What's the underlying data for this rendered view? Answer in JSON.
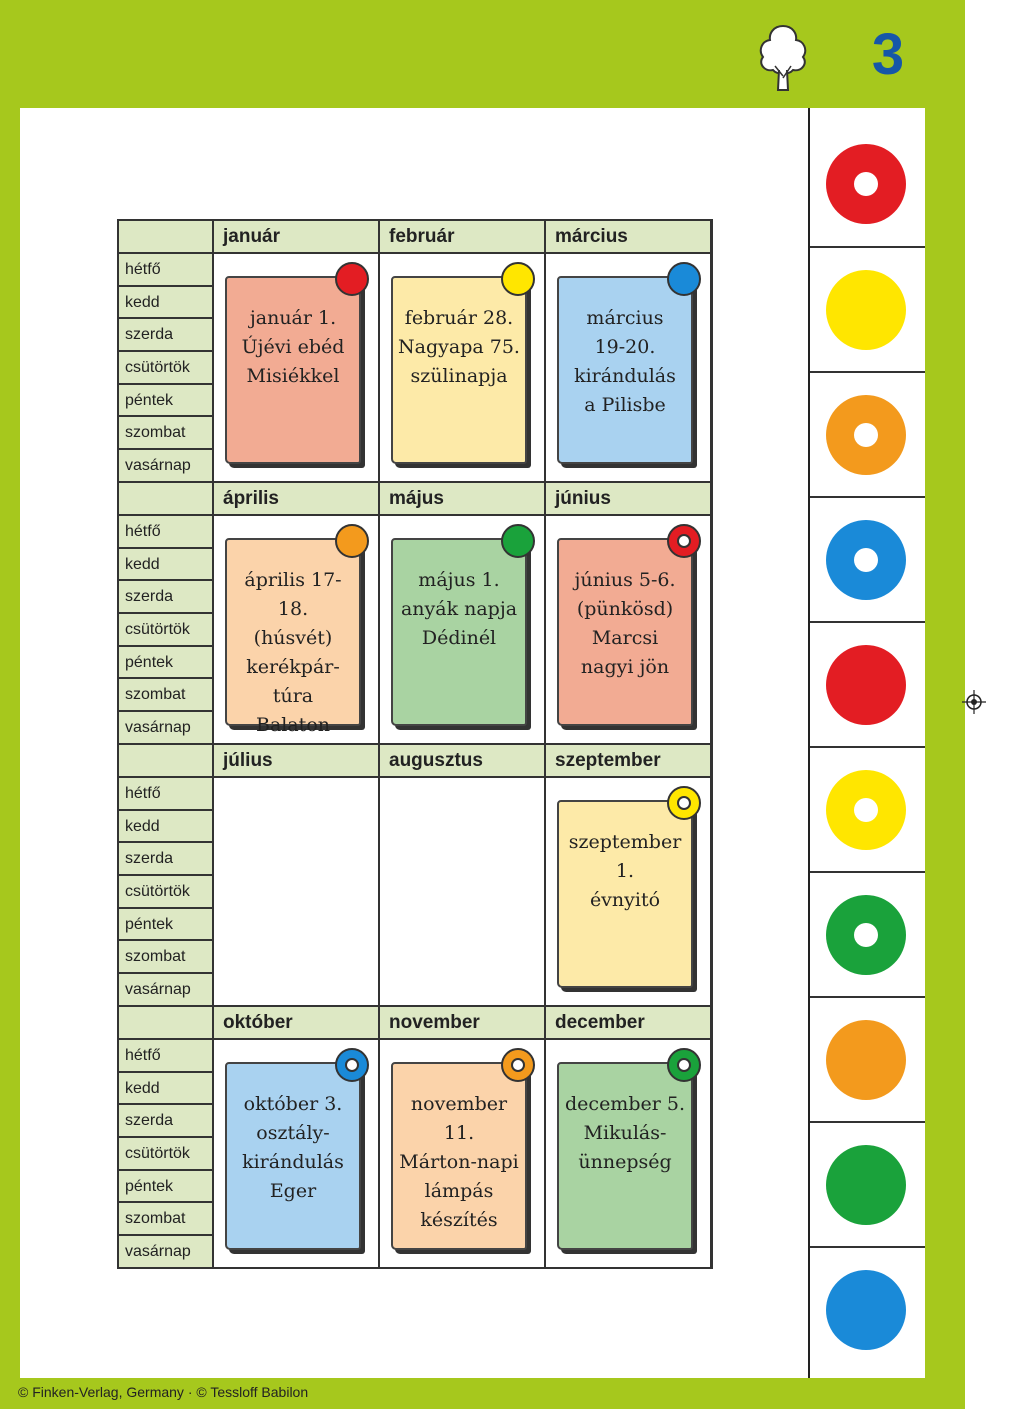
{
  "page_number": "3",
  "footer": "© Finken-Verlag, Germany · © Tessloff Babilon",
  "days": [
    "hétfő",
    "kedd",
    "szerda",
    "csütörtök",
    "péntek",
    "szombat",
    "vasárnap"
  ],
  "colors": {
    "red": "#e31d23",
    "yellow": "#ffe600",
    "orange": "#f39a1d",
    "blue": "#1a8ad8",
    "green": "#1aa23b",
    "frame_green": "#a6c81d",
    "header_green": "#dde8c4"
  },
  "months": [
    {
      "name": "január",
      "note": "január 1.\nÚjévi ebéd\nMisiékkel",
      "note_color": "#f2ab93",
      "pin_color": "#e31d23",
      "pin_hole": false
    },
    {
      "name": "február",
      "note": "február 28.\nNagyapa 75.\nszülinapja",
      "note_color": "#fdeaa8",
      "pin_color": "#ffe600",
      "pin_hole": false
    },
    {
      "name": "március",
      "note": "március\n19-20.\nkirándulás\na Pilisbe",
      "note_color": "#a9d2f0",
      "pin_color": "#1a8ad8",
      "pin_hole": false
    },
    {
      "name": "április",
      "note": "április 17-18.\n(húsvét)\nkerékpár-\ntúra\nBalaton",
      "note_color": "#fbd3aa",
      "pin_color": "#f39a1d",
      "pin_hole": false
    },
    {
      "name": "május",
      "note": "május 1.\nanyák napja\nDédinél",
      "note_color": "#a9d3a2",
      "pin_color": "#1aa23b",
      "pin_hole": false
    },
    {
      "name": "június",
      "note": "június 5-6.\n(pünkösd)\nMarcsi\nnagyi jön",
      "note_color": "#f2ab93",
      "pin_color": "#e31d23",
      "pin_hole": true
    },
    {
      "name": "július",
      "note": null,
      "note_color": null,
      "pin_color": null,
      "pin_hole": false
    },
    {
      "name": "augusztus",
      "note": null,
      "note_color": null,
      "pin_color": null,
      "pin_hole": false
    },
    {
      "name": "szeptember",
      "note": "szeptember\n1.\névnyitó",
      "note_color": "#fdeaa8",
      "pin_color": "#ffe600",
      "pin_hole": true
    },
    {
      "name": "október",
      "note": "október 3.\nosztály-\nkirándulás\nEger",
      "note_color": "#a9d2f0",
      "pin_color": "#1a8ad8",
      "pin_hole": true
    },
    {
      "name": "november",
      "note": "november\n11.\nMárton-napi\nlámpás\nkészítés",
      "note_color": "#fbd3aa",
      "pin_color": "#f39a1d",
      "pin_hole": true
    },
    {
      "name": "december",
      "note": "december 5.\nMikulás-\nünnepség",
      "note_color": "#a9d3a2",
      "pin_color": "#1aa23b",
      "pin_hole": true
    }
  ],
  "nav_circles": [
    {
      "color": "#e31d23",
      "ring": true,
      "icon": "red-ring"
    },
    {
      "color": "#ffe600",
      "ring": false,
      "icon": "yellow-dot"
    },
    {
      "color": "#f39a1d",
      "ring": true,
      "icon": "orange-ring"
    },
    {
      "color": "#1a8ad8",
      "ring": true,
      "icon": "blue-ring"
    },
    {
      "color": "#e31d23",
      "ring": false,
      "icon": "red-dot"
    },
    {
      "color": "#ffe600",
      "ring": true,
      "icon": "yellow-ring"
    },
    {
      "color": "#1aa23b",
      "ring": true,
      "icon": "green-ring"
    },
    {
      "color": "#f39a1d",
      "ring": false,
      "icon": "orange-dot"
    },
    {
      "color": "#1aa23b",
      "ring": false,
      "icon": "green-dot"
    },
    {
      "color": "#1a8ad8",
      "ring": false,
      "icon": "blue-dot"
    }
  ]
}
